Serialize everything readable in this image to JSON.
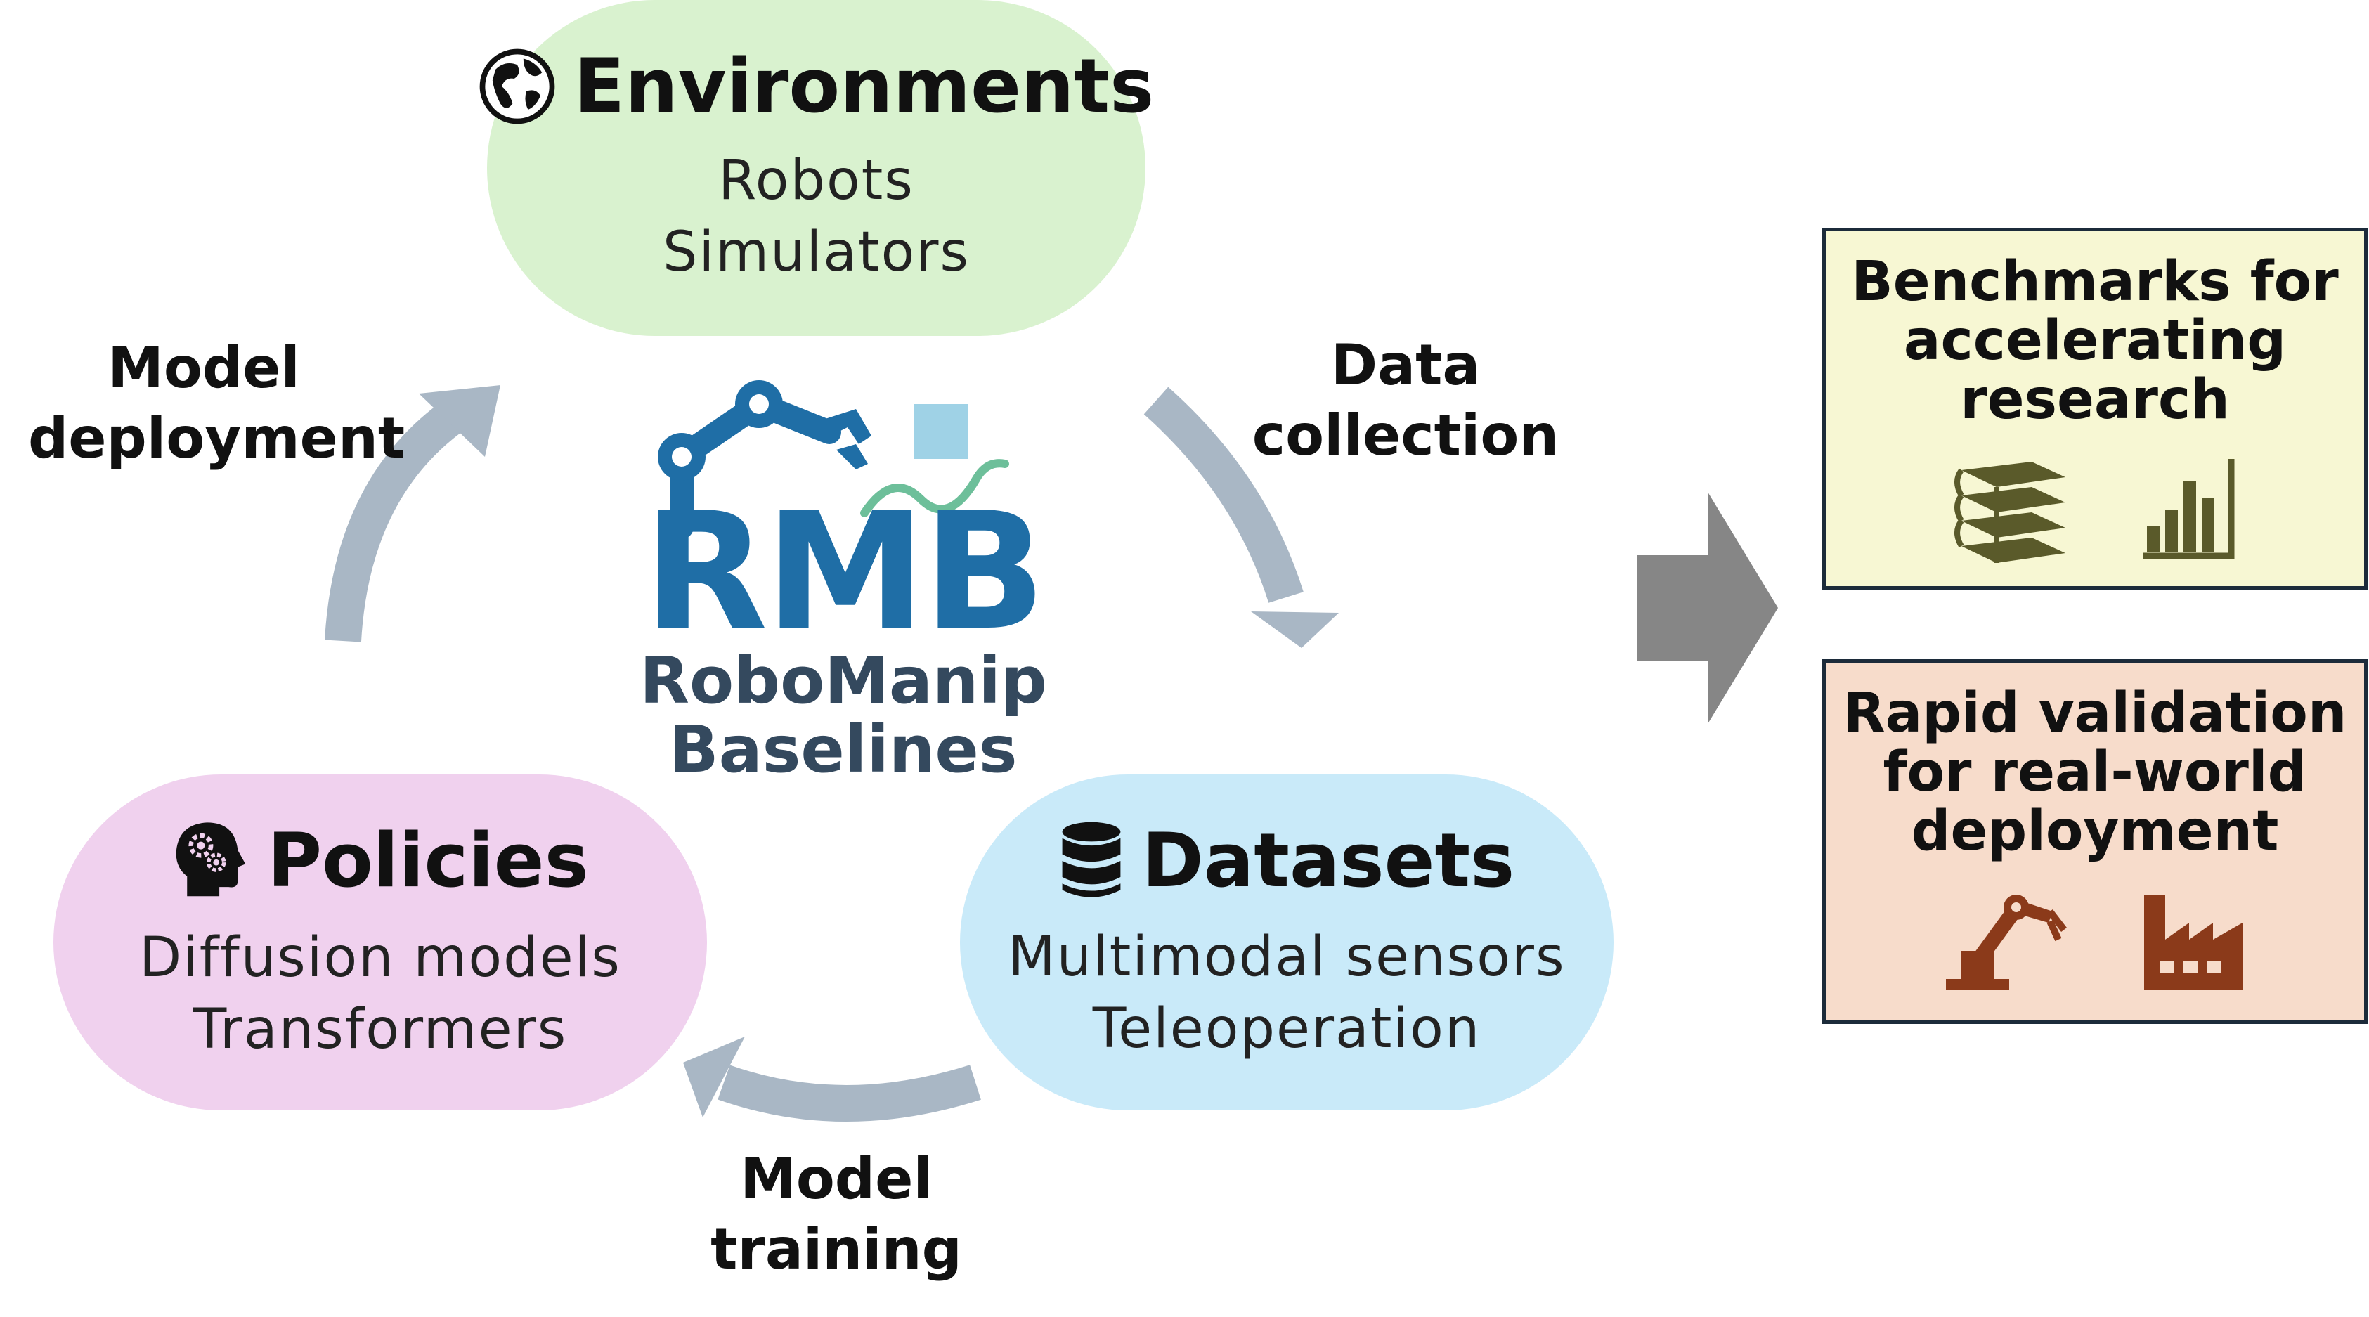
{
  "cycle": {
    "environments": {
      "title": "Environments",
      "items": [
        "Robots",
        "Simulators"
      ],
      "icon": "globe-icon",
      "color": "#d9f2cf"
    },
    "policies": {
      "title": "Policies",
      "items": [
        "Diffusion models",
        "Transformers"
      ],
      "icon": "head-gears-icon",
      "color": "#f0d1ee"
    },
    "datasets": {
      "title": "Datasets",
      "items": [
        "Multimodal sensors",
        "Teleoperation"
      ],
      "icon": "database-icon",
      "color": "#c9eaf9"
    },
    "edges": {
      "model_deployment": [
        "Model",
        "deployment"
      ],
      "data_collection": [
        "Data",
        "collection"
      ],
      "model_training": [
        "Model",
        "training"
      ]
    },
    "arrow_color": "#a9b7c5"
  },
  "logo": {
    "acronym": "RMB",
    "name_line1": "RoboManip",
    "name_line2": "Baselines",
    "acronym_color": "#1f6ea6",
    "name_color": "#34495e",
    "icon": "robot-arm-logo-icon"
  },
  "outcomes": {
    "benchmarks": {
      "title": [
        "Benchmarks for",
        "accelerating",
        "research"
      ],
      "icons": [
        "books-icon",
        "bar-chart-icon"
      ],
      "color": "#f7f7d3",
      "icon_color": "#5a5a2a"
    },
    "rapid": {
      "title": [
        "Rapid validation",
        "for real-world",
        "deployment"
      ],
      "icons": [
        "robot-arm-icon",
        "factory-icon"
      ],
      "color": "#f7dccb",
      "icon_color": "#8b3a1a"
    }
  }
}
